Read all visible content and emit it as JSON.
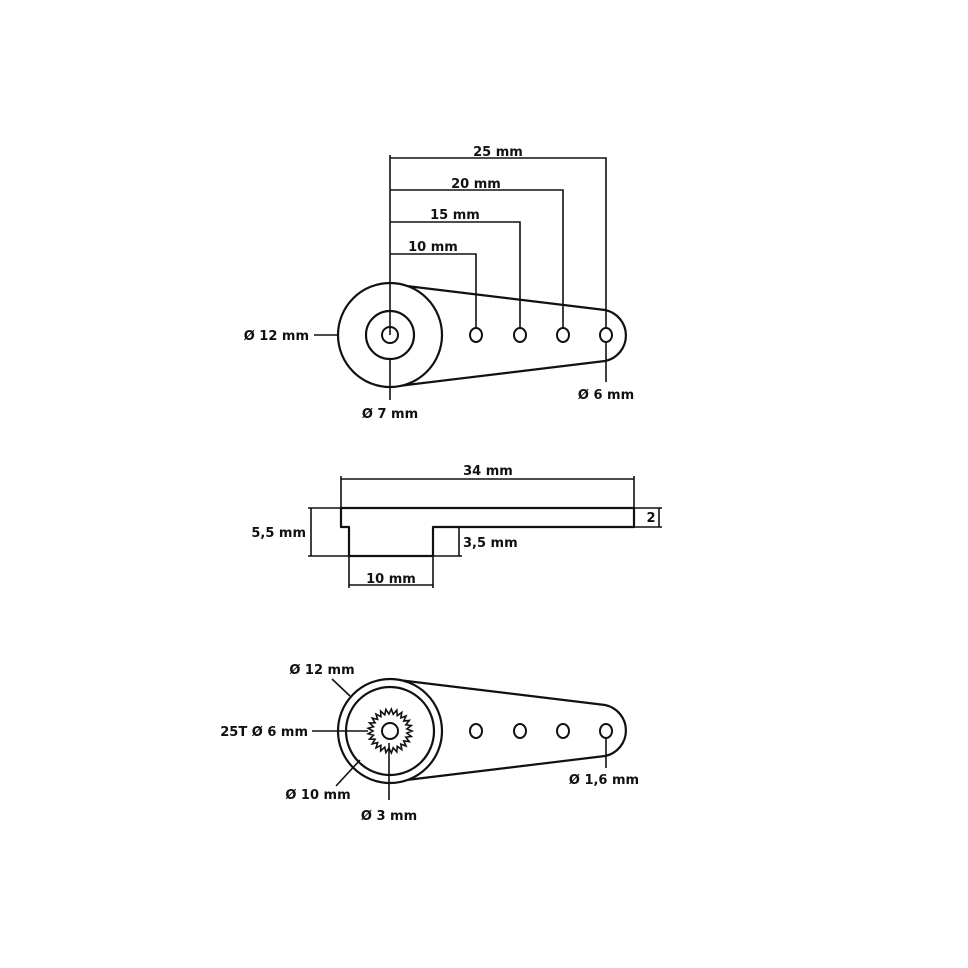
{
  "top_view": {
    "dim_25": "25 mm",
    "dim_20": "20 mm",
    "dim_15": "15 mm",
    "dim_10": "10 mm",
    "outer_diameter": "Ø 12 mm",
    "inner_diameter": "Ø 7 mm",
    "hole_diameter": "Ø 6 mm"
  },
  "side_view": {
    "length": "34 mm",
    "total_height": "5,5 mm",
    "arm_thickness": "2",
    "hub_height": "3,5 mm",
    "hub_width": "10 mm"
  },
  "bottom_view": {
    "outer_diameter": "Ø 12 mm",
    "spline": "25T Ø 6 mm",
    "hub_diameter": "Ø 10 mm",
    "screw_hole": "Ø 3 mm",
    "hole_diameter": "Ø 1,6 mm"
  }
}
